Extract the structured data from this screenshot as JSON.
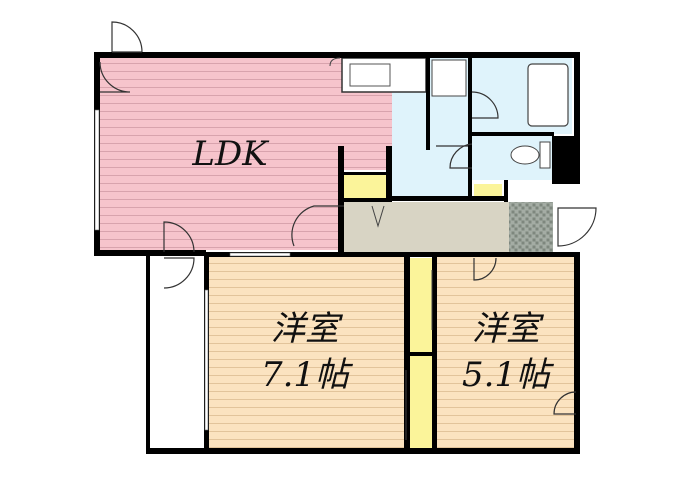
{
  "floorplan": {
    "rooms": [
      {
        "id": "ldk",
        "label": "LDK",
        "fill": "#f6c4cc"
      },
      {
        "id": "western-room-1",
        "label_line1": "洋室",
        "label_line2": "7.1帖",
        "fill": "#fbe3c0"
      },
      {
        "id": "western-room-2",
        "label_line1": "洋室",
        "label_line2": "5.1帖",
        "fill": "#fbe3c0"
      }
    ],
    "colors": {
      "bath": "#dff3fb",
      "hall": "#d8d4c4",
      "storage": "#fbf49a",
      "entrance_tile": "#9aa39a",
      "wall": "#000000"
    }
  }
}
